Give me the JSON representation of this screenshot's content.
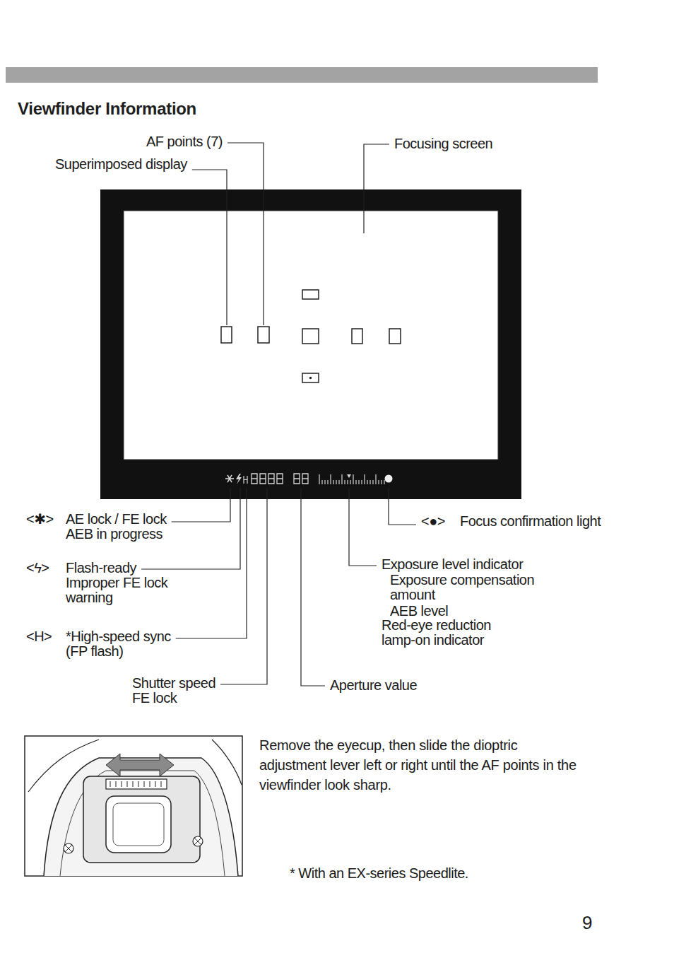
{
  "diagram": {
    "title": "Viewfinder Information",
    "labels": [
      "AF points (7)",
      "Superimposed display",
      "Focusing screen",
      "<✱>",
      "AE lock / FE lock",
      "AEB in progress",
      "<●>",
      "Focus confirmation light",
      "Exposure level indicator",
      "Exposure compensation amount",
      "AEB level",
      "Red-eye reduction lamp-on indicator",
      "<ϟ>",
      "Flash-ready",
      "Improper FE lock warning",
      "<H>",
      "*High-speed sync (FP flash)",
      "Shutter speed",
      "FE lock",
      "Aperture value",
      "Remove the eyecup, then slide the dioptric adjustment lever left or right until the AF points in the viewfinder look sharp.",
      "* With an EX-series Speedlite.",
      "9"
    ]
  }
}
